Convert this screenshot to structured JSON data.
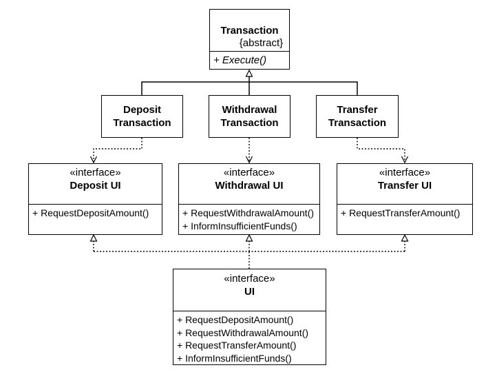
{
  "transaction": {
    "name": "Transaction",
    "tag": "{abstract}",
    "operations": [
      "+ Execute()"
    ]
  },
  "deposit_transaction": {
    "name_line1": "Deposit",
    "name_line2": "Transaction"
  },
  "withdrawal_transaction": {
    "name_line1": "Withdrawal",
    "name_line2": "Transaction"
  },
  "transfer_transaction": {
    "name_line1": "Transfer",
    "name_line2": "Transaction"
  },
  "deposit_ui": {
    "stereotype": "«interface»",
    "name": "Deposit UI",
    "operations": [
      "+ RequestDepositAmount()"
    ]
  },
  "withdrawal_ui": {
    "stereotype": "«interface»",
    "name": "Withdrawal UI",
    "operations": [
      "+ RequestWithdrawalAmount()",
      "+ InformInsufficientFunds()"
    ]
  },
  "transfer_ui": {
    "stereotype": "«interface»",
    "name": "Transfer UI",
    "operations": [
      "+ RequestTransferAmount()"
    ]
  },
  "ui": {
    "stereotype": "«interface»",
    "name": "UI",
    "operations": [
      "+ RequestDepositAmount()",
      "+ RequestWithdrawalAmount()",
      "+ RequestTransferAmount()",
      "+ InformInsufficientFunds()"
    ]
  },
  "relations": [
    {
      "from": "Deposit Transaction",
      "to": "Transaction",
      "kind": "generalization"
    },
    {
      "from": "Withdrawal Transaction",
      "to": "Transaction",
      "kind": "generalization"
    },
    {
      "from": "Transfer Transaction",
      "to": "Transaction",
      "kind": "generalization"
    },
    {
      "from": "Deposit Transaction",
      "to": "Deposit UI",
      "kind": "dependency"
    },
    {
      "from": "Withdrawal Transaction",
      "to": "Withdrawal UI",
      "kind": "dependency"
    },
    {
      "from": "Transfer Transaction",
      "to": "Transfer UI",
      "kind": "dependency"
    },
    {
      "from": "UI",
      "to": "Deposit UI",
      "kind": "realization"
    },
    {
      "from": "UI",
      "to": "Withdrawal UI",
      "kind": "realization"
    },
    {
      "from": "UI",
      "to": "Transfer UI",
      "kind": "realization"
    }
  ]
}
